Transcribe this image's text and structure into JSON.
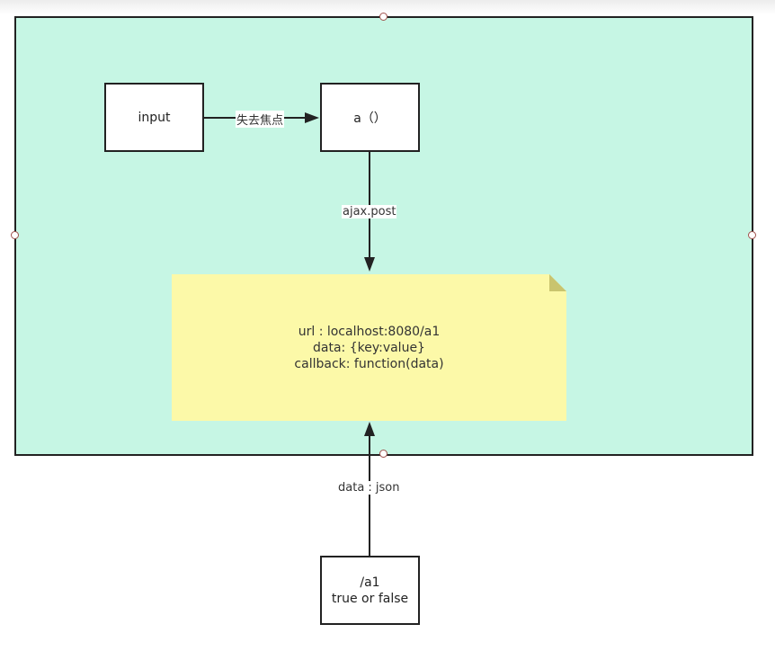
{
  "nodes": {
    "input": "input",
    "a_func": "a（）",
    "a1_path": "/a1",
    "a1_result": "true or false"
  },
  "note": {
    "line1": "url : localhost:8080/a1",
    "line2": "data: {key:value}",
    "line3": "callback: function(data)"
  },
  "edges": {
    "blur": "失去焦点",
    "post": "ajax.post",
    "response": "data : json"
  },
  "colors": {
    "container_fill": "#c6f6e4",
    "note_fill": "#fcf9a8",
    "stroke": "#222222"
  }
}
